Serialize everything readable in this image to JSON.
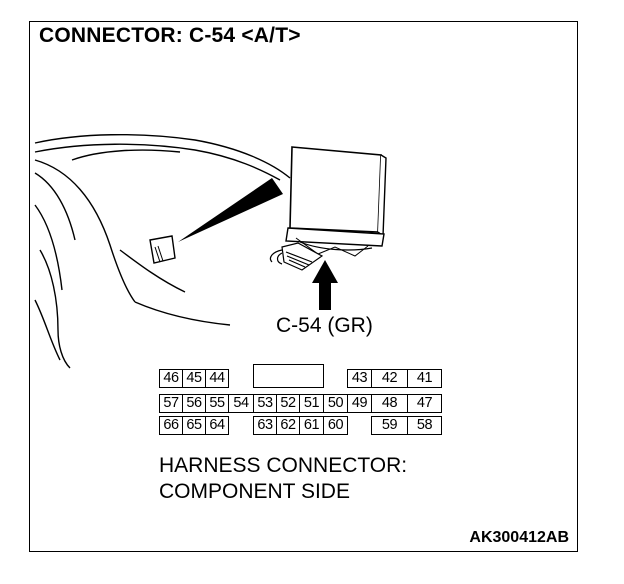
{
  "title": "CONNECTOR: C-54 <A/T>",
  "connector_label": "C-54 (GR)",
  "harness_caption": [
    "HARNESS CONNECTOR:",
    "COMPONENT SIDE"
  ],
  "figure_code": "AK300412AB",
  "pins": {
    "left": [
      [
        "46",
        "45",
        "44"
      ],
      [
        "57",
        "56",
        "55"
      ],
      [
        "66",
        "65",
        "64"
      ]
    ],
    "middle_row2": [
      "54",
      "53",
      "52",
      "51",
      "50"
    ],
    "middle_row3": [
      "63",
      "62",
      "61",
      "60"
    ],
    "right": [
      [
        "43",
        "42",
        "41"
      ],
      [
        "49",
        "48",
        "47"
      ],
      [
        "",
        "59",
        "58"
      ]
    ]
  }
}
